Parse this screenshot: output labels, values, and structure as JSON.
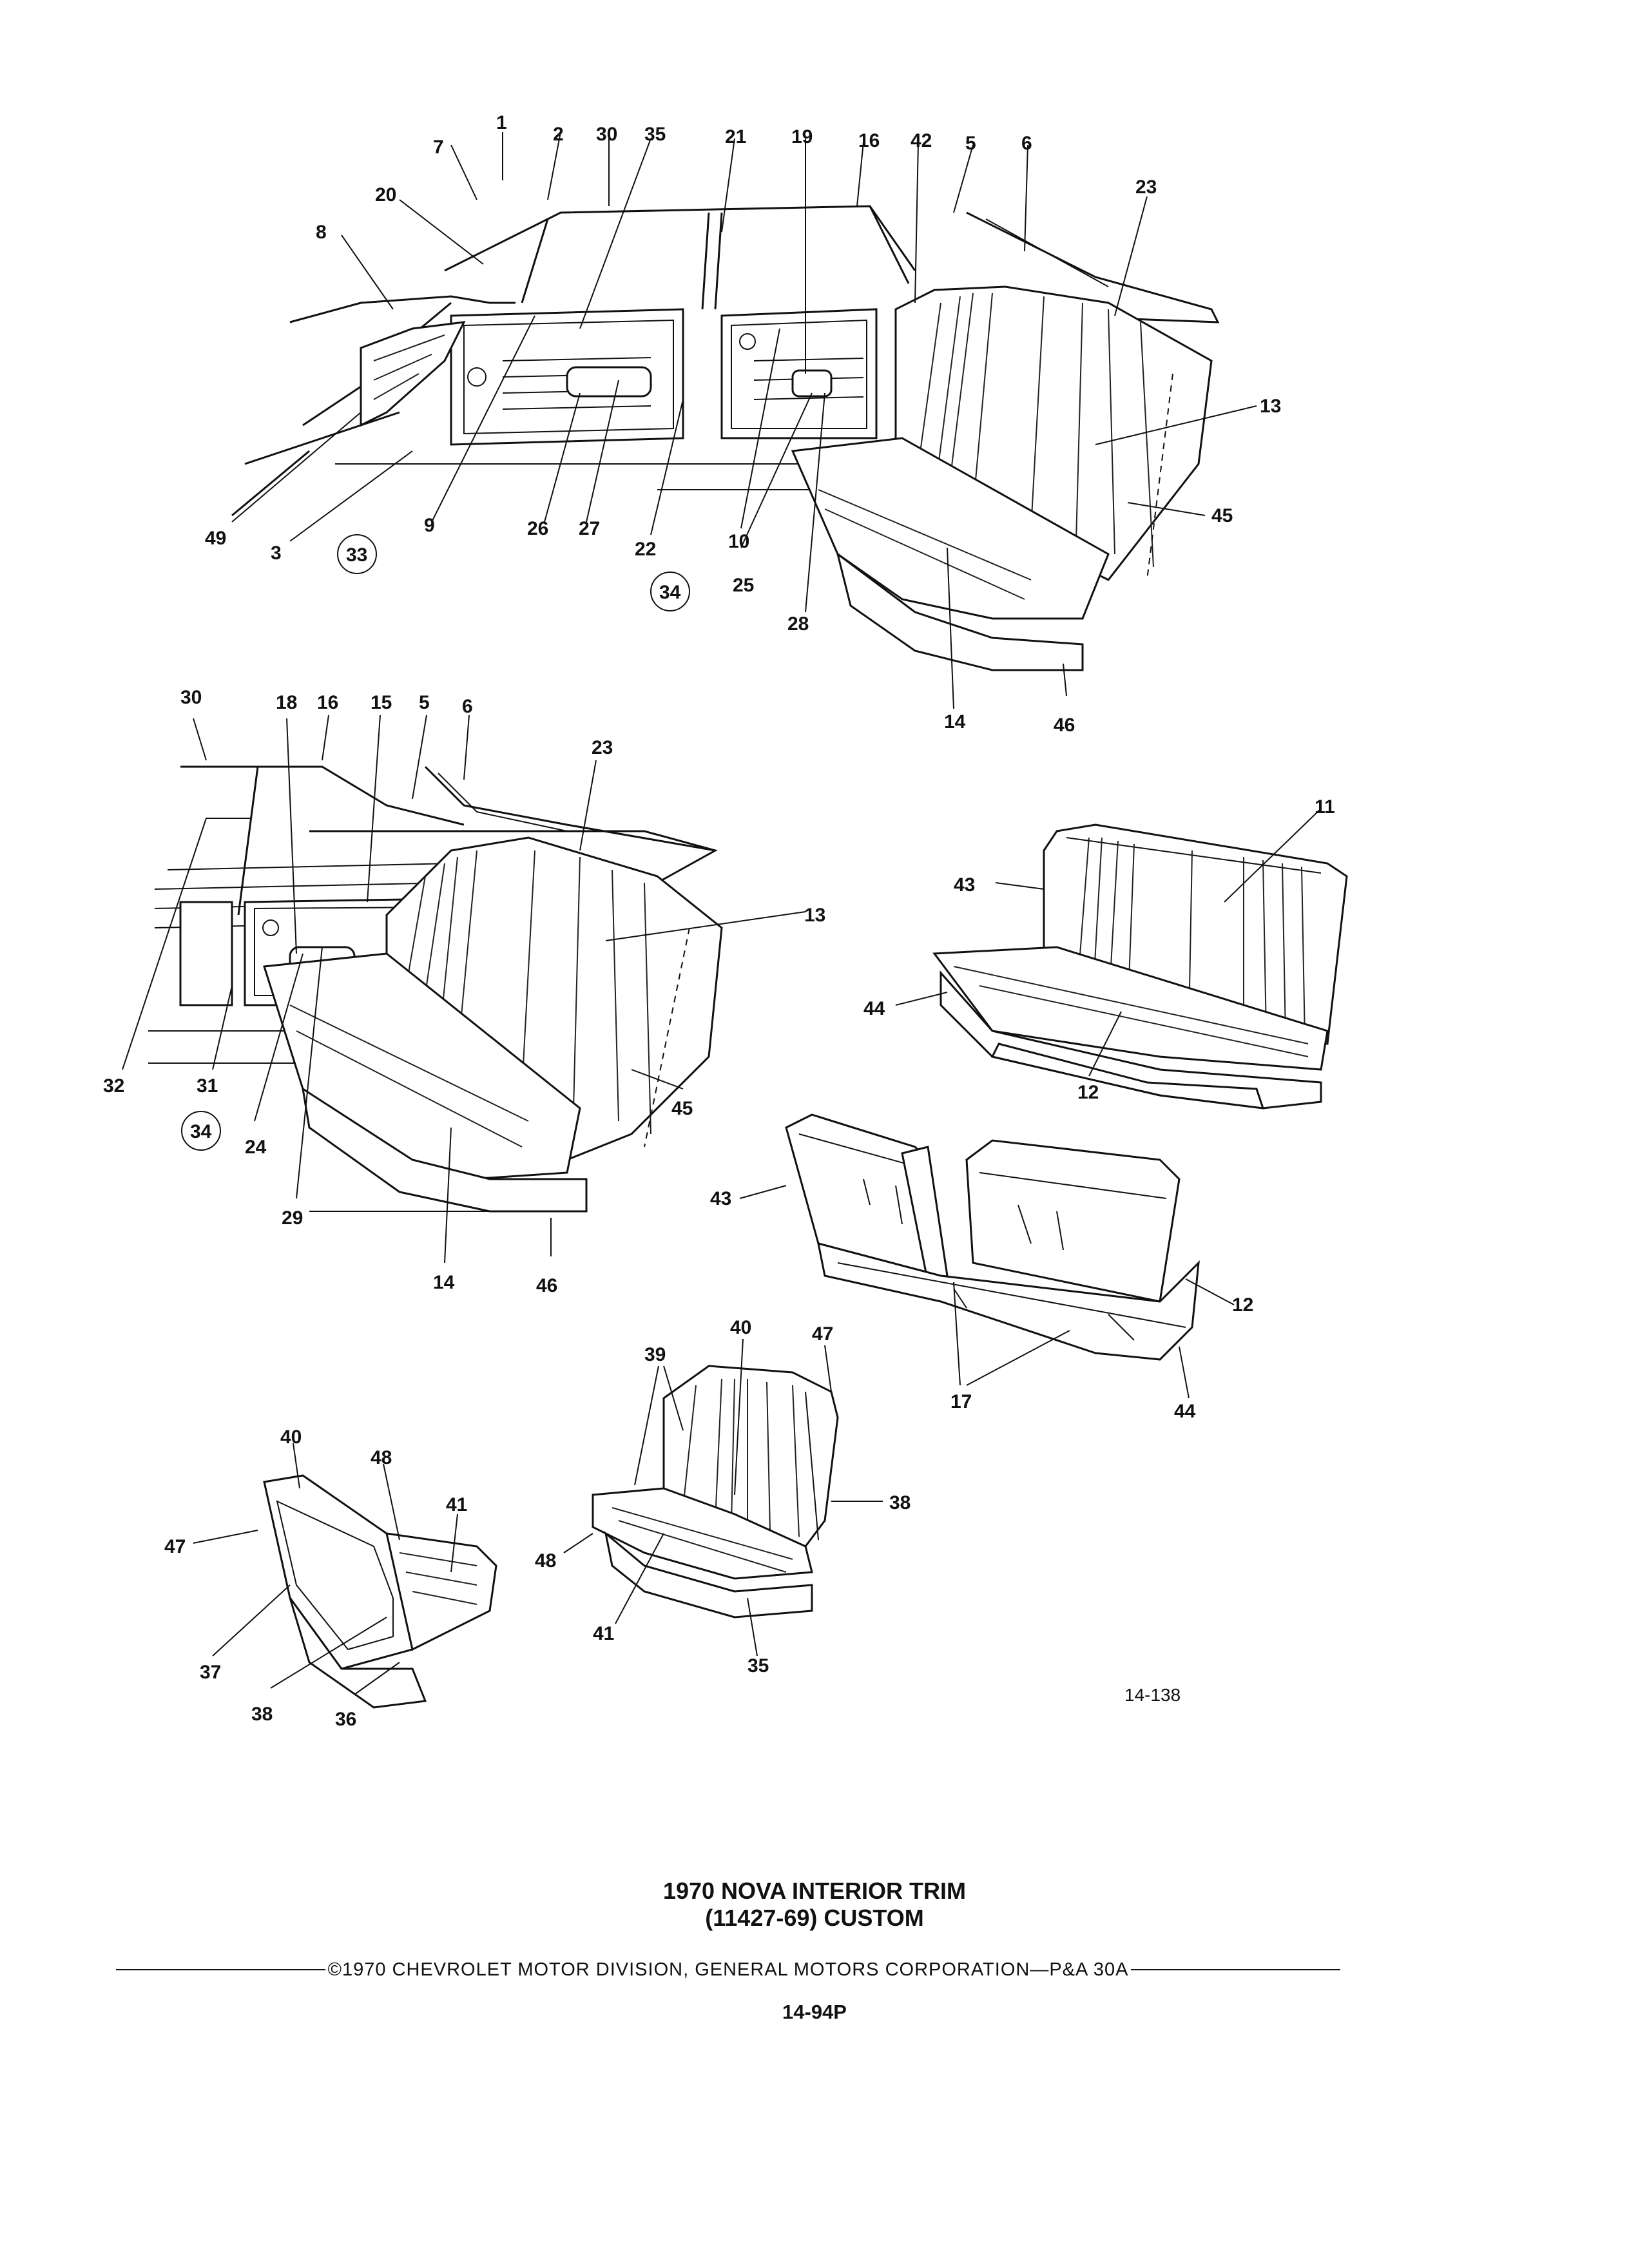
{
  "doc": {
    "title_line1": "1970 NOVA INTERIOR TRIM",
    "title_line2": "(11427-69) CUSTOM",
    "copyright": "©1970 CHEVROLET MOTOR DIVISION, GENERAL MOTORS CORPORATION—P&A 30A",
    "page_number": "14-94P",
    "figure_ref": "14-138"
  },
  "callouts": {
    "fig1": [
      "1",
      "2",
      "30",
      "35",
      "21",
      "19",
      "16",
      "42",
      "5",
      "6",
      "7",
      "20",
      "8",
      "23",
      "13",
      "45",
      "49",
      "3",
      "33",
      "9",
      "26",
      "27",
      "22",
      "34",
      "10",
      "25",
      "28",
      "14",
      "46"
    ],
    "fig2": [
      "30",
      "18",
      "16",
      "15",
      "5",
      "6",
      "23",
      "13",
      "32",
      "31",
      "34",
      "24",
      "29",
      "45",
      "14",
      "46"
    ],
    "fig3": [
      "11",
      "43",
      "44",
      "12"
    ],
    "fig4": [
      "43",
      "12",
      "17",
      "44"
    ],
    "fig5": [
      "40",
      "48",
      "41",
      "47",
      "37",
      "38",
      "36"
    ],
    "fig6": [
      "39",
      "40",
      "47",
      "38",
      "48",
      "41",
      "35"
    ]
  },
  "circled_callouts": [
    "33",
    "34"
  ]
}
